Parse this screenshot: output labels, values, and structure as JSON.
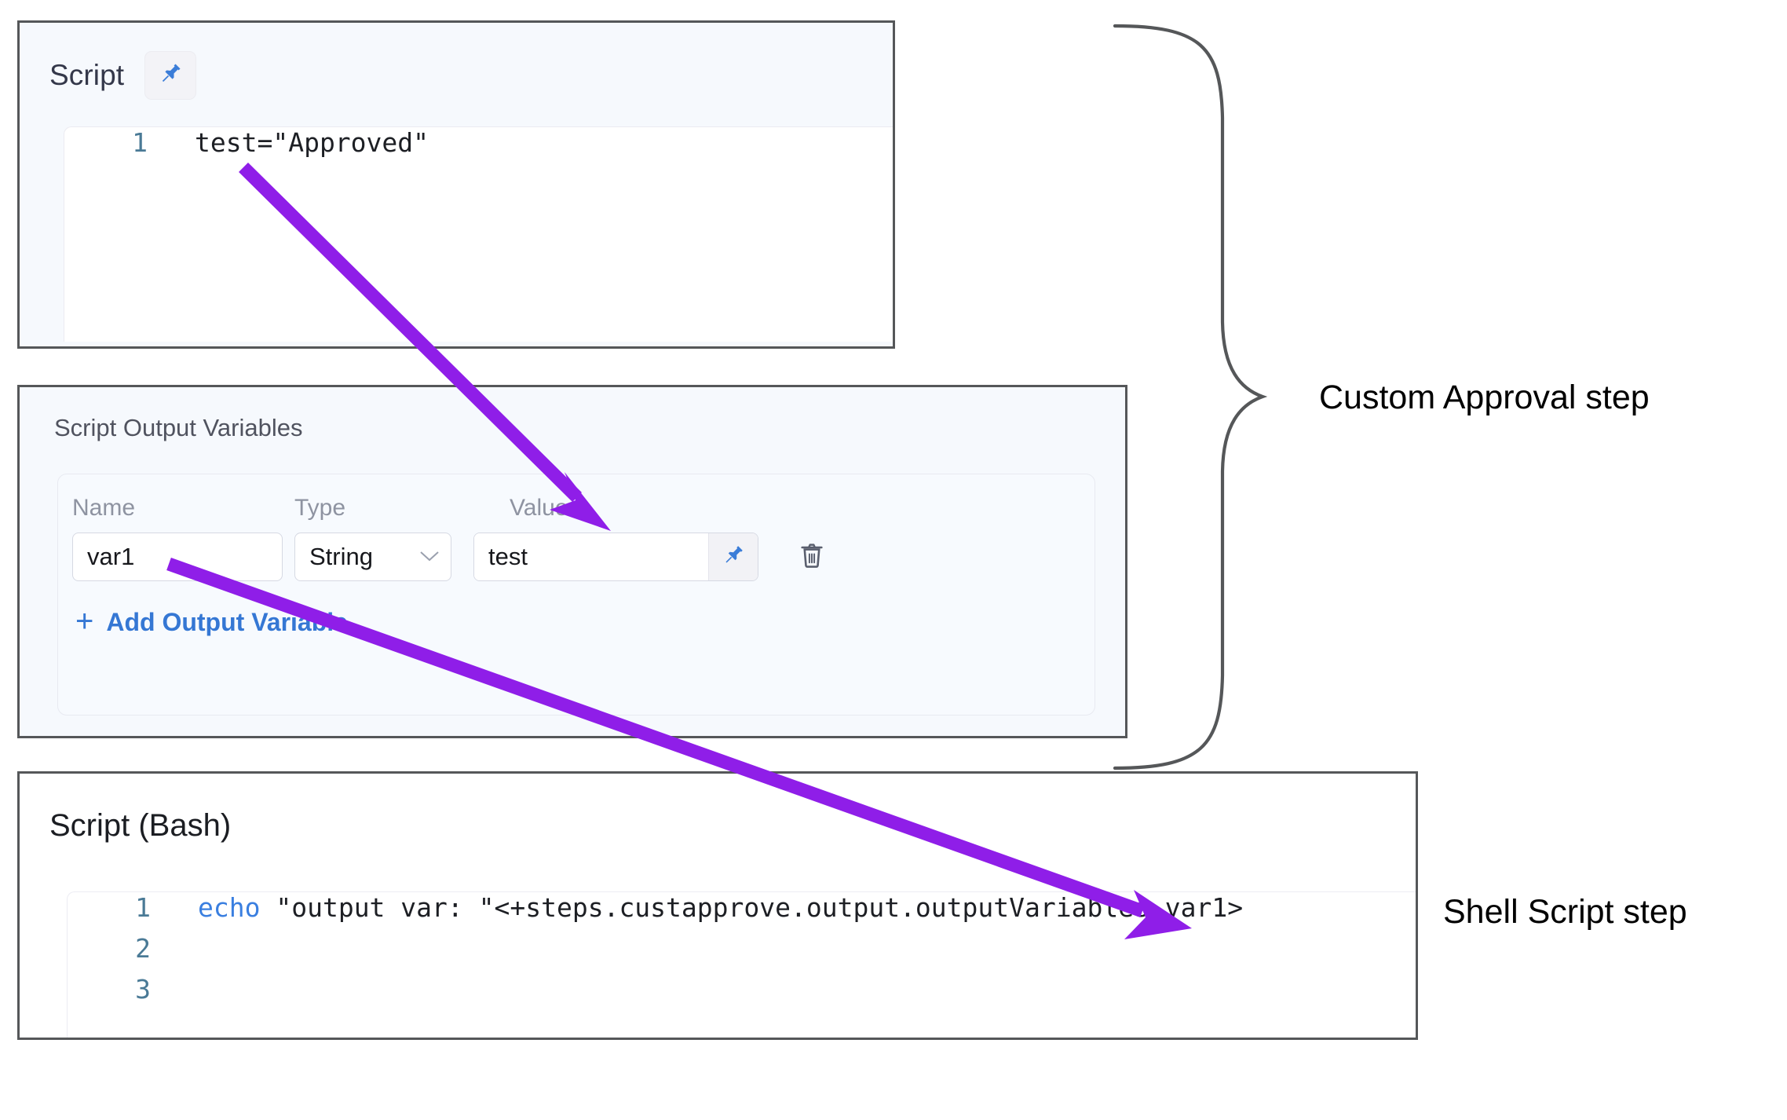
{
  "script_panel": {
    "title": "Script",
    "pin_icon": "pin-icon",
    "code_lines": [
      {
        "number": "1",
        "keyword": "",
        "text": "test=\"Approved\""
      }
    ]
  },
  "output_variables_panel": {
    "title": "Script Output Variables",
    "columns": [
      "Name",
      "Type",
      "Value"
    ],
    "rows": [
      {
        "name": "var1",
        "type": "String",
        "type_chevron_icon": "chevron-down-icon",
        "value": "test",
        "value_pin_icon": "pin-icon",
        "delete_icon": "trash-icon"
      }
    ],
    "add_label": "Add Output Variable",
    "add_plus": "+"
  },
  "bash_panel": {
    "title": "Script (Bash)",
    "code_lines": [
      {
        "number": "1",
        "keyword": "echo",
        "text": " \"output var: \"<+steps.custapprove.output.outputVariables.var1>"
      },
      {
        "number": "2",
        "keyword": "",
        "text": ""
      },
      {
        "number": "3",
        "keyword": "",
        "text": ""
      }
    ]
  },
  "annotations": {
    "custom_approval_label": "Custom Approval step",
    "shell_script_label": "Shell Script step",
    "arrow_color": "#8f1ee8",
    "brace_color": "#555759"
  }
}
